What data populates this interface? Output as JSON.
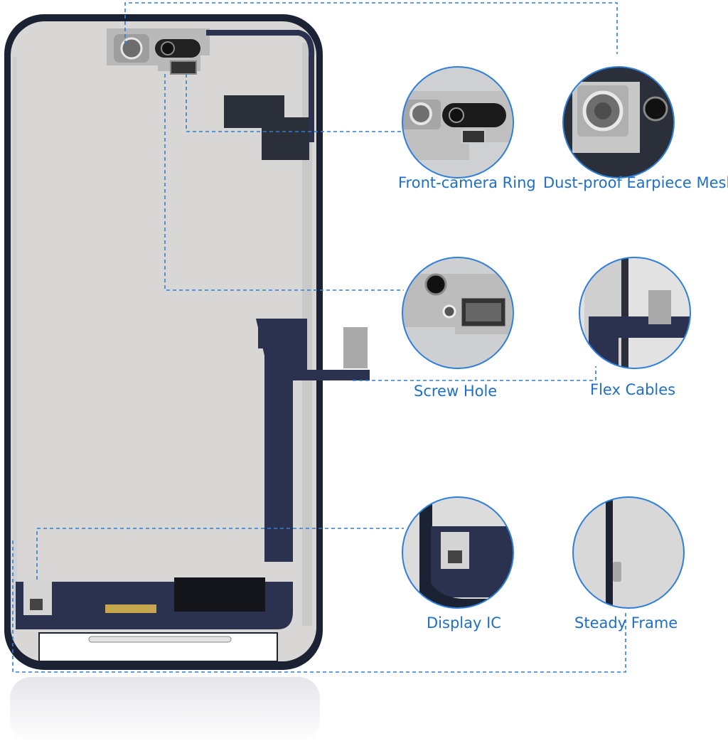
{
  "callouts": [
    {
      "id": "front-camera-ring",
      "label": "Front-camera Ring"
    },
    {
      "id": "dust-proof-earpiece-mesh",
      "label": "Dust-proof Earpiece Mesh"
    },
    {
      "id": "screw-hole",
      "label": "Screw Hole"
    },
    {
      "id": "flex-cables",
      "label": "Flex Cables"
    },
    {
      "id": "display-ic",
      "label": "Display IC"
    },
    {
      "id": "steady-frame",
      "label": "Steady Frame"
    }
  ],
  "colors": {
    "accent": "#1f6fc6",
    "frame": "#1b2233",
    "panel": "#d8d6d4",
    "flex": "#2a3250",
    "metal": "#bcbcbc"
  }
}
